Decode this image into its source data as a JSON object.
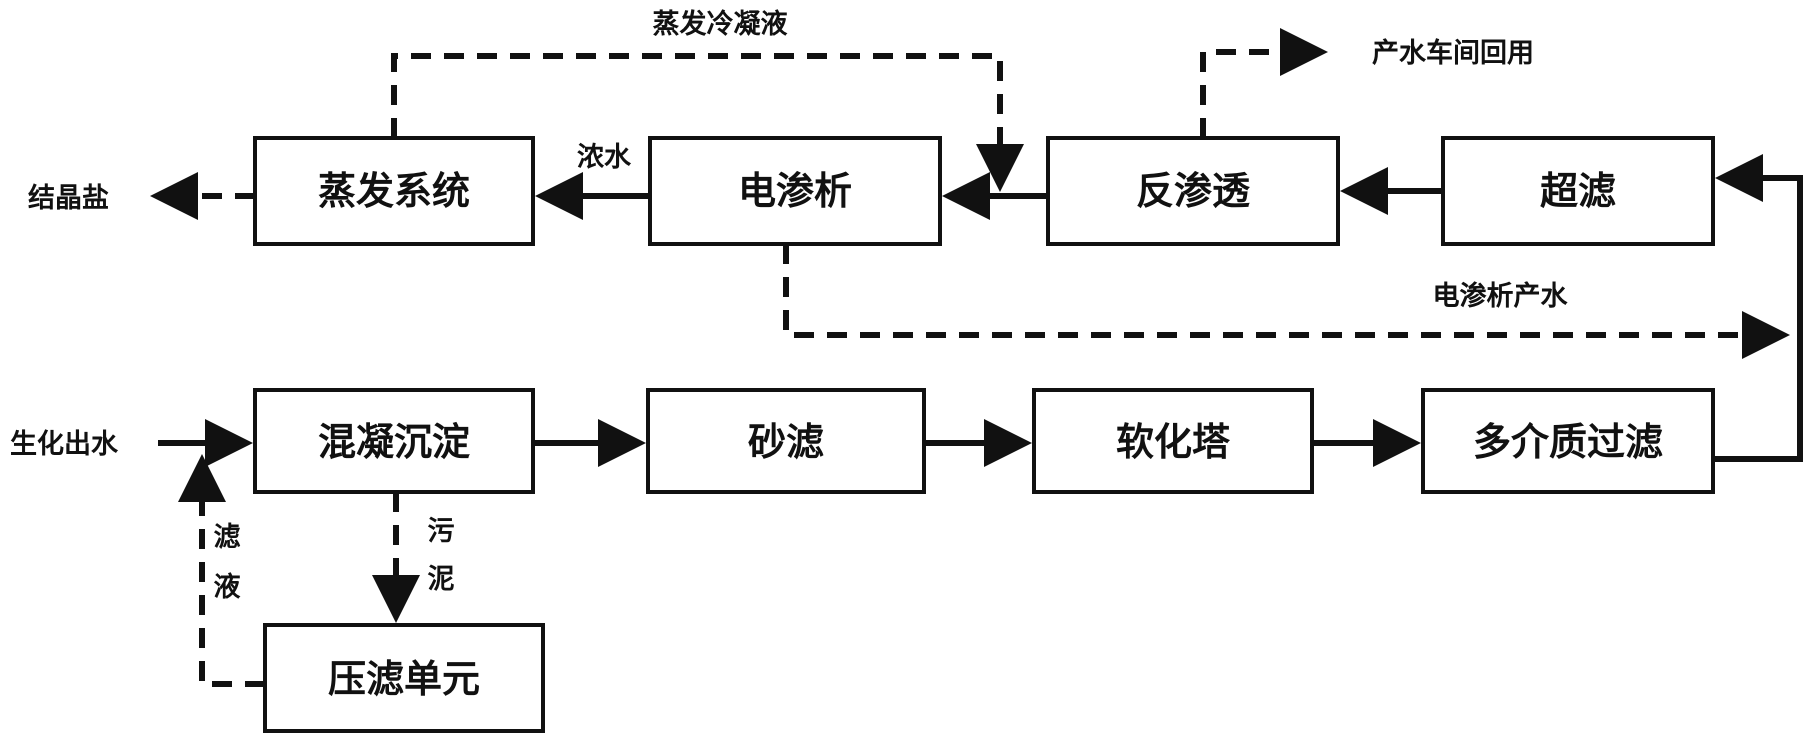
{
  "boxes": {
    "evaporation": "蒸发系统",
    "electrodialysis": "电渗析",
    "reverse_osmosis": "反渗透",
    "ultrafiltration": "超滤",
    "coagulation": "混凝沉淀",
    "sand_filter": "砂滤",
    "softening_tower": "软化塔",
    "multimedia_filter": "多介质过滤",
    "filter_press": "压滤单元"
  },
  "labels": {
    "evap_condensate": "蒸发冷凝液",
    "product_water_reuse": "产水车间回用",
    "concentrate": "浓水",
    "crystal_salt": "结晶盐",
    "ed_product_water": "电渗析产水",
    "bio_effluent": "生化出水",
    "sludge_1": "污",
    "sludge_2": "泥",
    "filtrate_1": "滤",
    "filtrate_2": "液"
  },
  "colors": {
    "ink": "#111111",
    "background": "#ffffff"
  }
}
